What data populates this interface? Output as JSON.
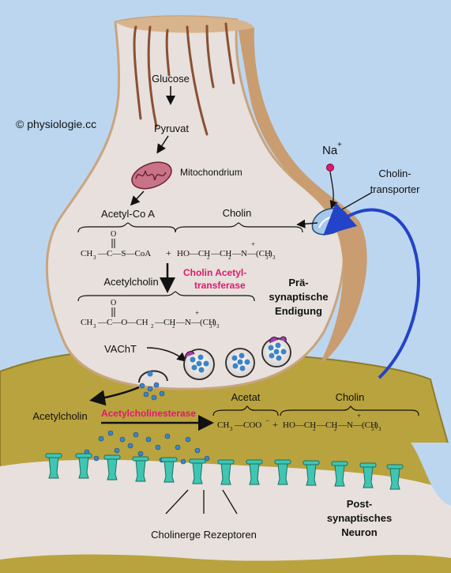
{
  "copyright": "© physiologie.cc",
  "labels": {
    "glucose": "Glucose",
    "pyruvat": "Pyruvat",
    "mitochondrium": "Mitochondrium",
    "acetyl_coa": "Acetyl-Co A",
    "cholin_top": "Cholin",
    "na": "Na",
    "na_sup": "+",
    "cholin_transporter_1": "Cholin-",
    "cholin_transporter_2": "transporter",
    "enzyme_cat_1": "Cholin Acetyl-",
    "enzyme_cat_2": "transferase",
    "acetylcholin_top": "Acetylcholin",
    "pre_1": "Prä-",
    "pre_2": "synaptische",
    "pre_3": "Endigung",
    "vacht": "VAChT",
    "acetylcholin_cleft": "Acetylcholin",
    "ache": "Acetylcholinesterase",
    "acetat": "Acetat",
    "cholin_bottom": "Cholin",
    "receptors": "Cholinerge Rezeptoren",
    "post_1": "Post-",
    "post_2": "synaptisches",
    "post_3": "Neuron"
  },
  "formulas": {
    "acoa_1": "O",
    "acoa_2": "CH",
    "acoa_3": "3",
    "acoa_4": "—C—S—CoA",
    "plus": "+",
    "cholin_1": "HO—CH",
    "cholin_2": "2",
    "cholin_3": "—CH",
    "cholin_4": "2",
    "cholin_5": "—N—(CH",
    "cholin_6": "3",
    "cholin_7": ")",
    "cholin_8": "3",
    "ach_1": "O",
    "ach_2": "CH",
    "ach_3": "3",
    "ach_4": "—C—O—CH",
    "ach_5": "2",
    "ach_6": "—CH",
    "ach_7": "2",
    "ach_8": "—N—(CH",
    "ach_9": "3",
    "ach_10": ")",
    "ach_11": "3",
    "acetat_1": "CH",
    "acetat_2": "3",
    "acetat_3": "—COO",
    "acetat_4": "−",
    "plus2": "+",
    "cholin2_1": "HO—CH",
    "cholin2_2": "2",
    "cholin2_3": "—CH",
    "cholin2_4": "2",
    "cholin2_5": "—N—(CH",
    "cholin2_6": "3",
    "cholin2_7": ")",
    "cholin2_8": "3",
    "nplus": "+"
  },
  "colors": {
    "background": "#bcd6ef",
    "terminal": "#e7e0dc",
    "terminal_edge": "#c9a47e",
    "post": "#b9a33e",
    "receptor": "#3fc6b3",
    "enzyme_text": "#e0196e",
    "reuptake_arrow": "#2343c8",
    "vesicle_dot": "#3b84c9"
  }
}
